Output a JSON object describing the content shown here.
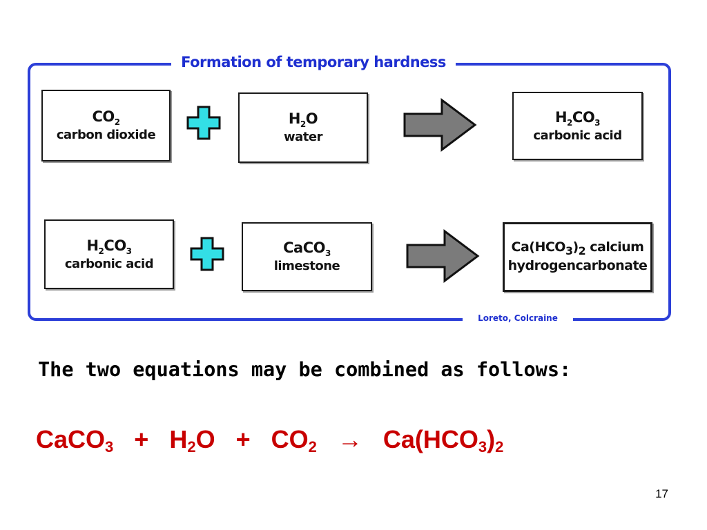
{
  "diagram": {
    "title": "Formation of temporary hardness",
    "credit": "Loreto, Colcraine",
    "colors": {
      "frame": "#2c3fd8",
      "plus": "#33dfe6",
      "arrow": "#7b7b7b"
    },
    "row1": {
      "reactant1": {
        "formula_base": "CO",
        "formula_sub": "2",
        "name": "carbon dioxide"
      },
      "reactant2": {
        "formula_base": "H",
        "formula_sub": "2",
        "formula_tail": "O",
        "name": "water"
      },
      "product": {
        "formula_base": "H",
        "formula_sub": "2",
        "formula_tail": "CO",
        "formula_sub2": "3",
        "name": "carbonic acid"
      }
    },
    "row2": {
      "reactant1": {
        "formula_base": "H",
        "formula_sub": "2",
        "formula_tail": "CO",
        "formula_sub2": "3",
        "name": "carbonic acid"
      },
      "reactant2": {
        "formula_base": "CaCO",
        "formula_sub": "3",
        "name": "limestone"
      },
      "product": {
        "line1_a": "Ca(HCO",
        "line1_sub": "3",
        "line1_b": ")",
        "line1_sub2": "2",
        "line1_c": " calcium",
        "line2": "hydrogencarbonate"
      }
    },
    "icons": [
      "plus-icon",
      "right-arrow-icon"
    ]
  },
  "caption": "The two equations may be combined as follows:",
  "equation": {
    "t1": "CaCO",
    "s1": "3",
    "op1": "   +   ",
    "t2": "H",
    "s2": "2",
    "t2b": "O",
    "op2": "   +   ",
    "t3": "CO",
    "s3": "2",
    "arrow": "   →   ",
    "t4": "Ca(HCO",
    "s4": "3",
    "t4b": ")",
    "s4b": "2"
  },
  "page_number": "17"
}
